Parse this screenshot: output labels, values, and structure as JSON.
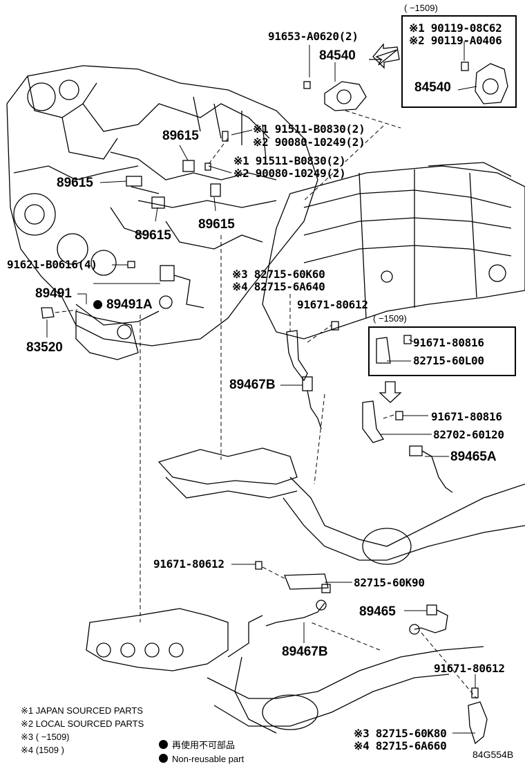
{
  "labels": {
    "range_top": "(      −1509)",
    "p_9011908c62": "※1 90119-08C62",
    "p_90119a0406": "※2 90119-A0406",
    "p_84540_box": "84540",
    "p_91653": "91653-A0620(2)",
    "p_84540": "84540",
    "p_89615_a": "89615",
    "p_89615_b": "89615",
    "p_89615_c": "89615",
    "p_89615_d": "89615",
    "p_91511_a": "※1 91511-B0830(2)",
    "p_90080_a": "※2 90080-10249(2)",
    "p_91511_b": "※1 91511-B0830(2)",
    "p_90080_b": "※2 90080-10249(2)",
    "p_91621": "91621-B0616(4)",
    "p_82715_60k60": "※3 82715-60K60",
    "p_82715_6a640": "※4 82715-6A640",
    "p_89491": "89491",
    "p_89491a": "89491A",
    "p_83520": "83520",
    "p_91671_80612_a": "91671-80612",
    "range_mid": "(    −1509)",
    "p_91671_80816_a": "91671-80816",
    "p_82715_60l00": "82715-60L00",
    "p_89467b_a": "89467B",
    "p_91671_80816_b": "91671-80816",
    "p_82702_60120": "82702-60120",
    "p_89465a": "89465A",
    "p_91671_80612_b": "91671-80612",
    "p_82715_60k90": "82715-60K90",
    "p_89465": "89465",
    "p_89467b_b": "89467B",
    "p_91671_80612_c": "91671-80612",
    "p_82715_60k80": "※3 82715-60K80",
    "p_82715_6a660": "※4 82715-6A660",
    "diagram_code": "84G554B"
  },
  "notes": {
    "n1": "※1 JAPAN SOURCED PARTS",
    "n2": "※2 LOCAL SOURCED PARTS",
    "n3": "※3 (       −1509)",
    "n4": "※4 (1509        )",
    "nonreuse_jp": "再使用不可部品",
    "nonreuse_en": "Non-reusable part"
  }
}
